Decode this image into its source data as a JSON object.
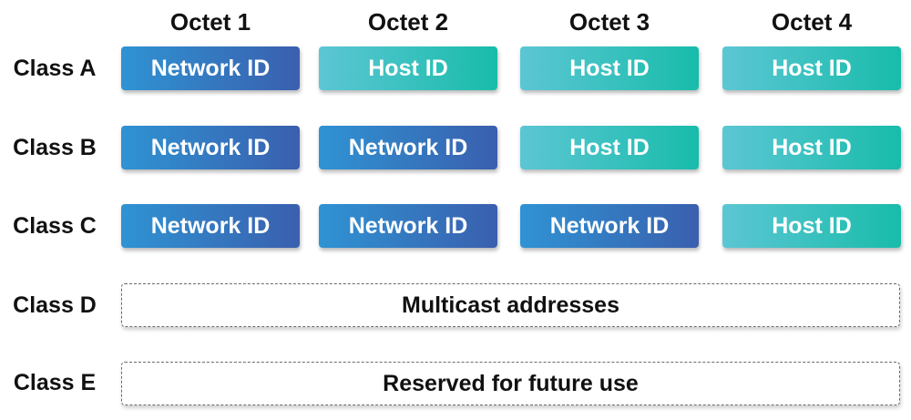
{
  "octets": [
    "Octet 1",
    "Octet 2",
    "Octet 3",
    "Octet 4"
  ],
  "classes": [
    {
      "label": "Class A",
      "cells": [
        {
          "kind": "network",
          "text": "Network ID"
        },
        {
          "kind": "host",
          "text": "Host ID"
        },
        {
          "kind": "host",
          "text": "Host ID"
        },
        {
          "kind": "host",
          "text": "Host ID"
        }
      ]
    },
    {
      "label": "Class B",
      "cells": [
        {
          "kind": "network",
          "text": "Network ID"
        },
        {
          "kind": "network",
          "text": "Network ID"
        },
        {
          "kind": "host",
          "text": "Host ID"
        },
        {
          "kind": "host",
          "text": "Host ID"
        }
      ]
    },
    {
      "label": "Class C",
      "cells": [
        {
          "kind": "network",
          "text": "Network ID"
        },
        {
          "kind": "network",
          "text": "Network ID"
        },
        {
          "kind": "network",
          "text": "Network ID"
        },
        {
          "kind": "host",
          "text": "Host ID"
        }
      ]
    },
    {
      "label": "Class D",
      "span_text": "Multicast addresses"
    },
    {
      "label": "Class E",
      "span_text": "Reserved for future use"
    }
  ],
  "colors": {
    "network_start": "#2f93d3",
    "network_end": "#3a5fae",
    "host_start": "#5cc6d4",
    "host_end": "#18bcaa"
  }
}
